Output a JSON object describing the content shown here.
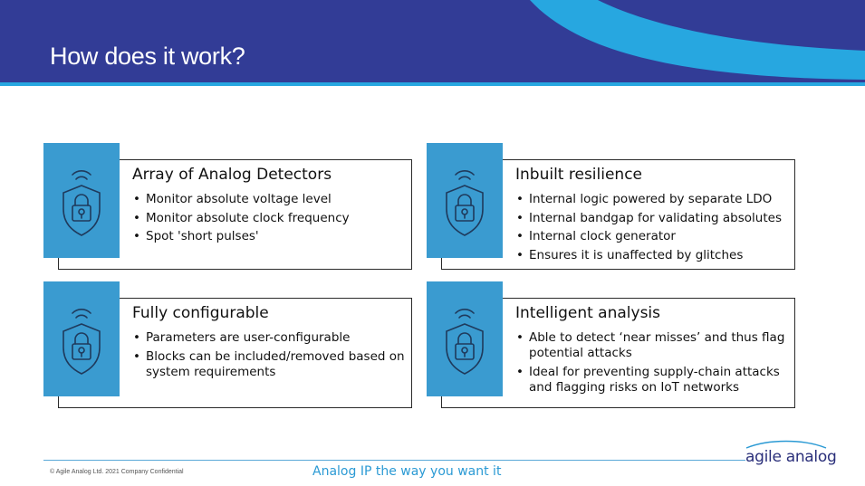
{
  "slide": {
    "title": "How does it work?"
  },
  "colors": {
    "header_navy": "#323c96",
    "header_cyan": "#27a7e0",
    "icon_box": "#3a9bd0",
    "accent_text": "#2b9ad4",
    "logo_text": "#2a2f7a"
  },
  "cards": [
    {
      "icon": "shield-lock-signal-icon",
      "heading": "Array of Analog Detectors",
      "bullets": [
        "Monitor absolute voltage level",
        "Monitor absolute clock frequency",
        "Spot 'short pulses'"
      ]
    },
    {
      "icon": "shield-lock-signal-icon",
      "heading": "Inbuilt resilience",
      "bullets": [
        "Internal logic powered by separate LDO",
        "Internal bandgap for validating absolutes",
        "Internal clock generator",
        "Ensures it is unaffected by glitches"
      ]
    },
    {
      "icon": "shield-lock-signal-icon",
      "heading": "Fully configurable",
      "bullets": [
        "Parameters are user-configurable",
        "Blocks can be included/removed based on system requirements"
      ]
    },
    {
      "icon": "shield-lock-signal-icon",
      "heading": "Intelligent analysis",
      "bullets": [
        "Able to detect ‘near misses’ and thus flag potential attacks",
        "Ideal for preventing supply-chain attacks and flagging risks on IoT networks"
      ]
    }
  ],
  "footer": {
    "copyright": "© Agile Analog Ltd. 2021 Company Confidential",
    "tagline": "Analog IP the way you want it",
    "logo_text": "agile analog"
  }
}
